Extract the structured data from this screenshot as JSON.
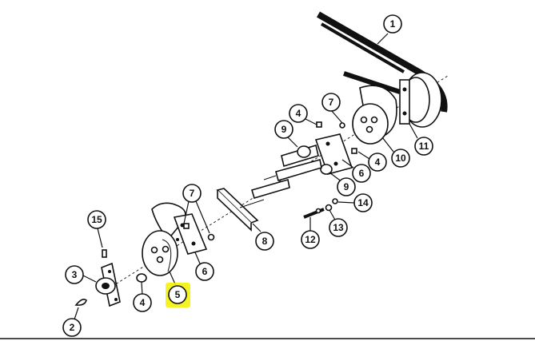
{
  "diagram": {
    "callouts": [
      {
        "label": "1"
      },
      {
        "label": "2"
      },
      {
        "label": "3"
      },
      {
        "label": "4"
      },
      {
        "label": "4"
      },
      {
        "label": "4"
      },
      {
        "label": "5",
        "highlighted": true
      },
      {
        "label": "6"
      },
      {
        "label": "6"
      },
      {
        "label": "7"
      },
      {
        "label": "7"
      },
      {
        "label": "8"
      },
      {
        "label": "9"
      },
      {
        "label": "9"
      },
      {
        "label": "10"
      },
      {
        "label": "11"
      },
      {
        "label": "12"
      },
      {
        "label": "13"
      },
      {
        "label": "14"
      },
      {
        "label": "15"
      }
    ],
    "highlight_color": "#f4f20a"
  }
}
